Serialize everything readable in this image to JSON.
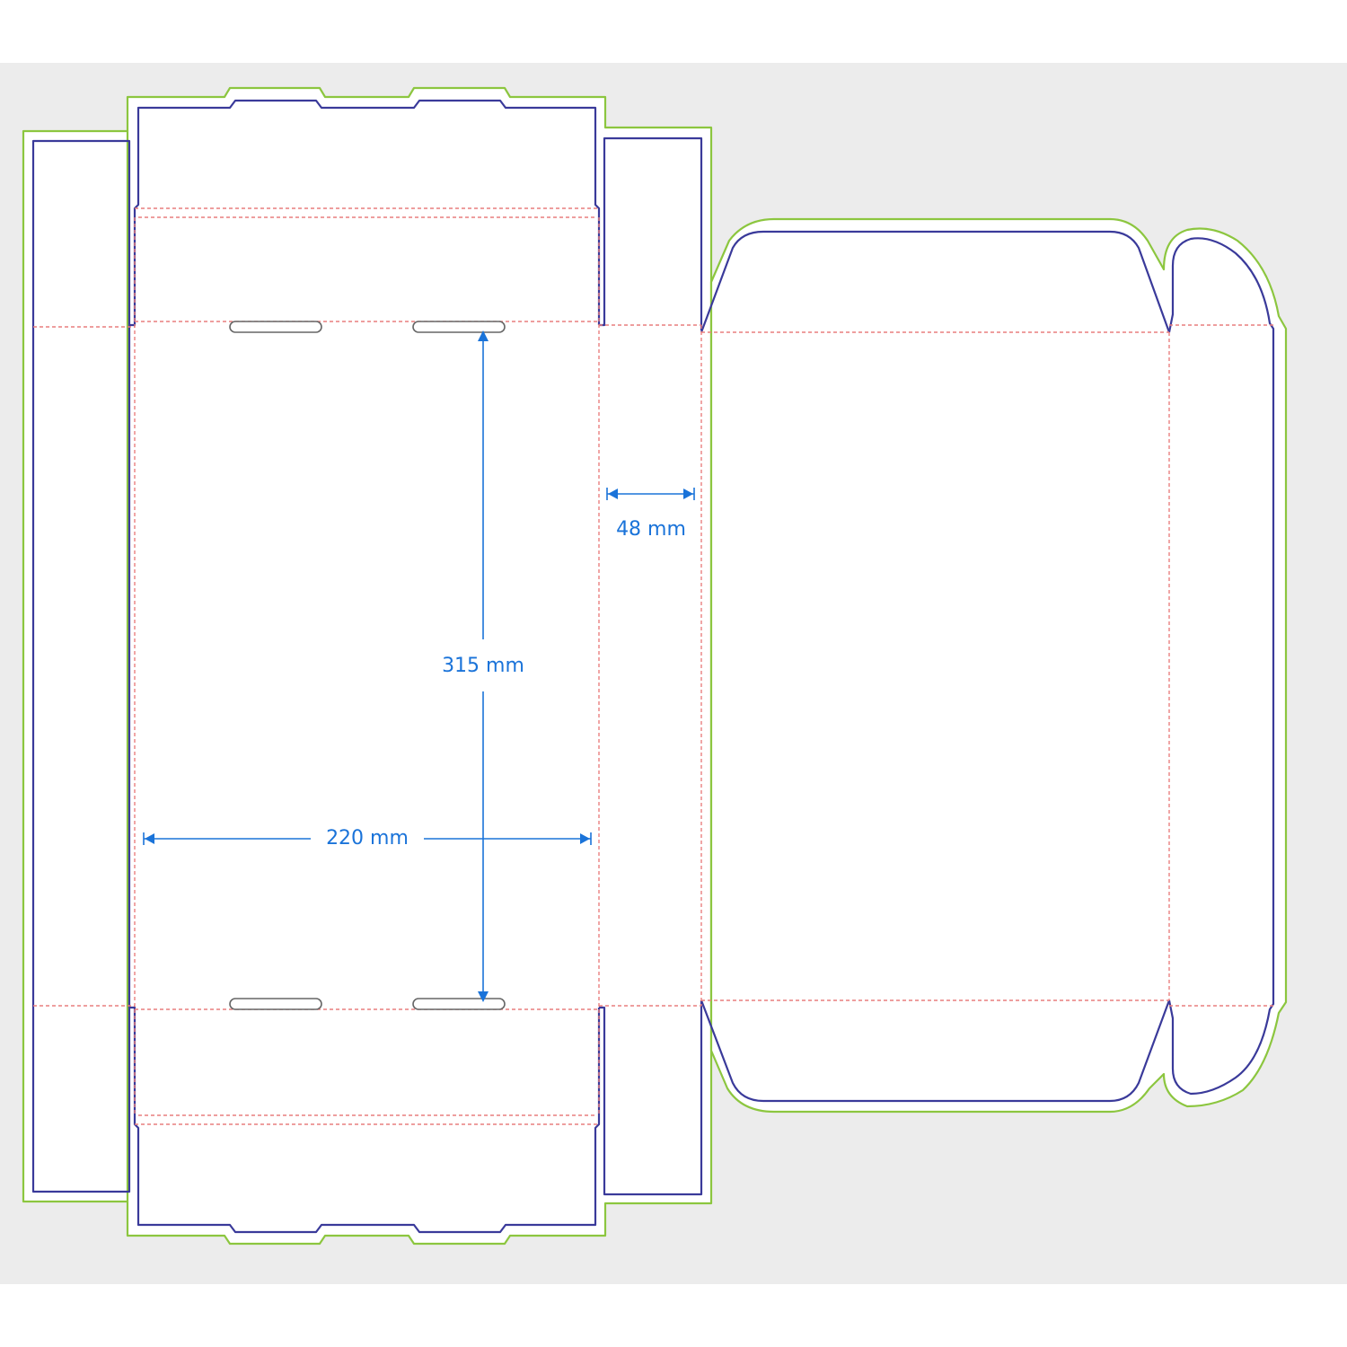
{
  "colors": {
    "background": "#ececec",
    "page": "#ffffff",
    "bleed": "#8cc63f",
    "cut": "#3a3a9a",
    "crease": "#e97f7f",
    "dimension": "#1a73d9",
    "slot": "#666666"
  },
  "dimensions": {
    "panel_height": "315 mm",
    "panel_width": "220 mm",
    "side_width": "48 mm"
  }
}
